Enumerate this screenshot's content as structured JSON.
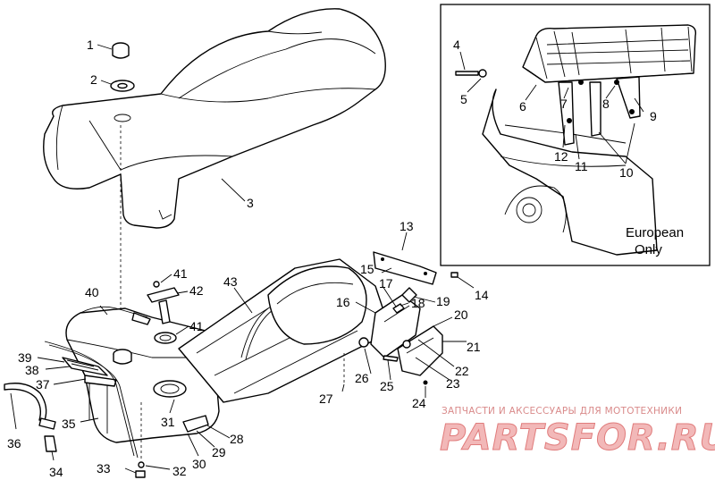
{
  "labels": {
    "l1": "1",
    "l2": "2",
    "l3": "3",
    "l4": "4",
    "l5": "5",
    "l6": "6",
    "l7": "7",
    "l8": "8",
    "l9": "9",
    "l10": "10",
    "l11": "11",
    "l12": "12",
    "l13": "13",
    "l14": "14",
    "l15": "15",
    "l16": "16",
    "l17": "17",
    "l18": "18",
    "l19": "19",
    "l20": "20",
    "l21": "21",
    "l22": "22",
    "l23": "23",
    "l24": "24",
    "l25": "25",
    "l26": "26",
    "l27": "27",
    "l28": "28",
    "l29": "29",
    "l30": "30",
    "l31": "31",
    "l32": "32",
    "l33": "33",
    "l34": "34",
    "l35": "35",
    "l36": "36",
    "l37": "37",
    "l38": "38",
    "l39": "39",
    "l40": "40",
    "l41a": "41",
    "l41b": "41",
    "l42": "42",
    "l43": "43"
  },
  "inset": {
    "line1": "European",
    "line2": "Only"
  },
  "watermark": {
    "tagline": "ЗАПЧАСТИ И АКСЕССУАРЫ ДЛЯ МОТОТЕХНИКИ",
    "brand": "PARTSFOR.RU"
  }
}
